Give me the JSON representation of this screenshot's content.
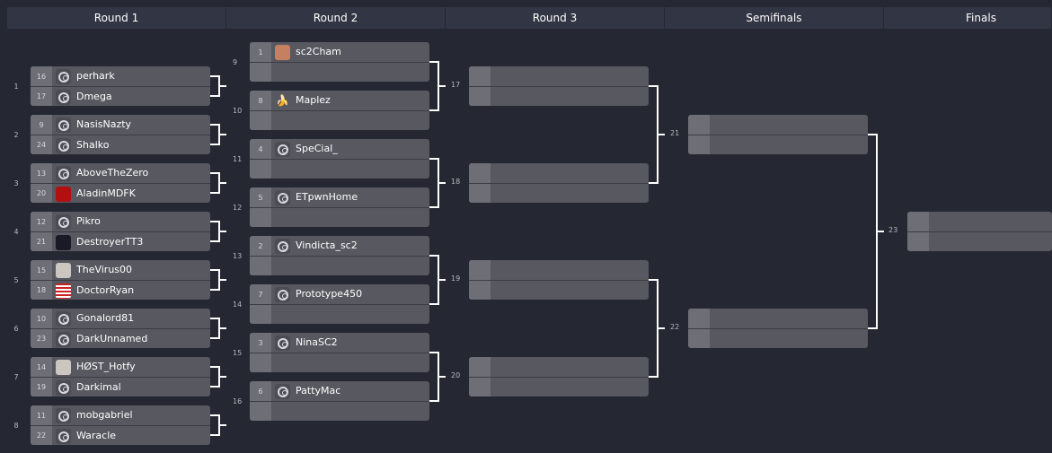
{
  "rounds": [
    "Round 1",
    "Round 2",
    "Round 3",
    "Semifinals",
    "Finals"
  ],
  "round1": [
    {
      "row": "1",
      "next": "9",
      "p1": {
        "seed": "16",
        "name": "perhark",
        "avatar": "logo"
      },
      "p2": {
        "seed": "17",
        "name": "Dmega",
        "avatar": "logo"
      }
    },
    {
      "row": "2",
      "next": "10",
      "p1": {
        "seed": "9",
        "name": "NasisNazty",
        "avatar": "logo"
      },
      "p2": {
        "seed": "24",
        "name": "Shalko",
        "avatar": "logo"
      }
    },
    {
      "row": "3",
      "next": "11",
      "p1": {
        "seed": "13",
        "name": "AboveTheZero",
        "avatar": "logo"
      },
      "p2": {
        "seed": "20",
        "name": "AladinMDFK",
        "avatar": "red"
      }
    },
    {
      "row": "4",
      "next": "12",
      "p1": {
        "seed": "12",
        "name": "Pikro",
        "avatar": "logo"
      },
      "p2": {
        "seed": "21",
        "name": "DestroyerTT3",
        "avatar": "dark"
      }
    },
    {
      "row": "5",
      "next": "13",
      "p1": {
        "seed": "15",
        "name": "TheVirus00",
        "avatar": "face"
      },
      "p2": {
        "seed": "18",
        "name": "DoctorRyan",
        "avatar": "flag"
      }
    },
    {
      "row": "6",
      "next": "14",
      "p1": {
        "seed": "10",
        "name": "Gonalord81",
        "avatar": "logo"
      },
      "p2": {
        "seed": "23",
        "name": "DarkUnnamed",
        "avatar": "logo"
      }
    },
    {
      "row": "7",
      "next": "15",
      "p1": {
        "seed": "14",
        "name": "HØST_Hotfy",
        "avatar": "face"
      },
      "p2": {
        "seed": "19",
        "name": "Darkimal",
        "avatar": "logo"
      }
    },
    {
      "row": "8",
      "next": "16",
      "p1": {
        "seed": "11",
        "name": "mobgabriel",
        "avatar": "logo"
      },
      "p2": {
        "seed": "22",
        "name": "Waracle",
        "avatar": "logo"
      }
    }
  ],
  "round2": [
    {
      "seed": "1",
      "name": "sc2Cham",
      "avatar": "cham"
    },
    {
      "seed": "8",
      "name": "Maplez",
      "avatar": "maple"
    },
    {
      "seed": "4",
      "name": "SpeCial_",
      "avatar": "logo"
    },
    {
      "seed": "5",
      "name": "ETpwnHome",
      "avatar": "logo"
    },
    {
      "seed": "2",
      "name": "Vindicta_sc2",
      "avatar": "logo"
    },
    {
      "seed": "7",
      "name": "Prototype450",
      "avatar": "logo"
    },
    {
      "seed": "3",
      "name": "NinaSC2",
      "avatar": "logo"
    },
    {
      "seed": "6",
      "name": "PattyMac",
      "avatar": "logo"
    }
  ],
  "round2_next": [
    "17",
    "18",
    "19",
    "20"
  ],
  "round3_next": [
    "21",
    "22"
  ],
  "semis_next": [
    "23"
  ],
  "icons": {
    "maple": "🍌"
  }
}
